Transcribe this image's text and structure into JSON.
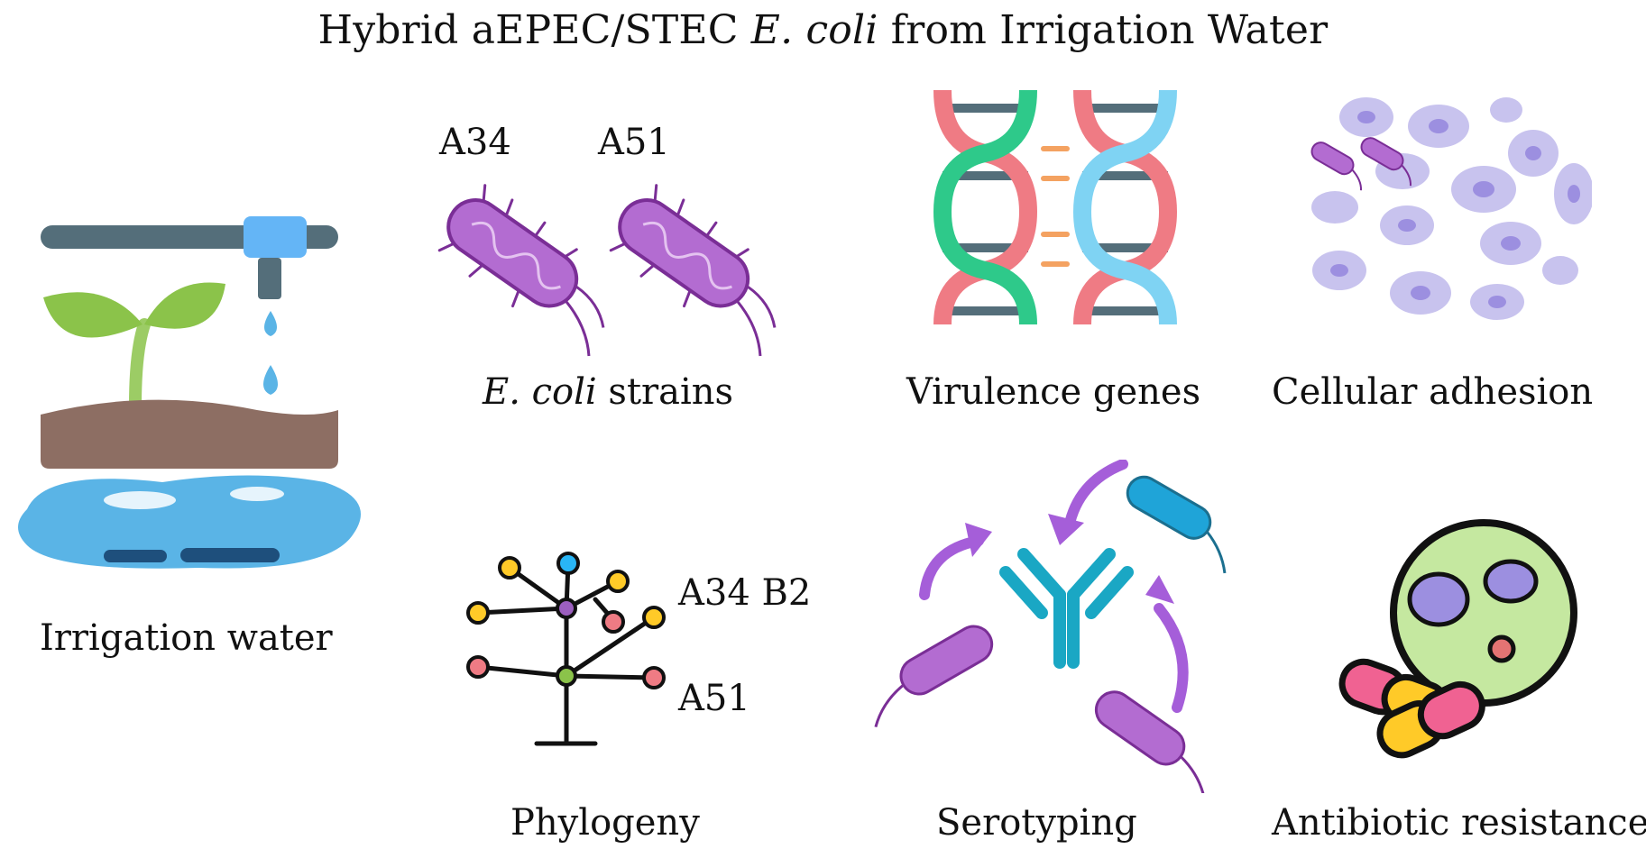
{
  "title": {
    "prefix": "Hybrid aEPEC/STEC ",
    "italic": "E. coli",
    "suffix": " from Irrigation Water"
  },
  "panels": {
    "irrigation": {
      "label": "Irrigation water"
    },
    "strains": {
      "label_italic": "E. coli",
      "label_suffix": " strains",
      "strain_a": "A34",
      "strain_b": "A51"
    },
    "virulence": {
      "label": "Virulence genes"
    },
    "adhesion": {
      "label": "Cellular adhesion"
    },
    "phylogeny": {
      "label": "Phylogeny",
      "node_a": "A34 B2",
      "node_b": "A51"
    },
    "serotyping": {
      "label": "Serotyping"
    },
    "resistance": {
      "label": "Antibiotic resistance"
    }
  },
  "colors": {
    "bacteria": "#b36cd1",
    "bacteria_dark": "#7a2e96",
    "pipe": "#546e7a",
    "water": "#5ab4e6",
    "soil": "#8d6e63",
    "leaf": "#8bc34a",
    "dna_red": "#ef7b84",
    "dna_green": "#2ec98a",
    "dna_blue": "#7fd3f3",
    "antibody": "#1aa7c4",
    "arrow": "#a55ed9",
    "cell": "#c8c3ee",
    "petri": "#c5e8a0"
  }
}
